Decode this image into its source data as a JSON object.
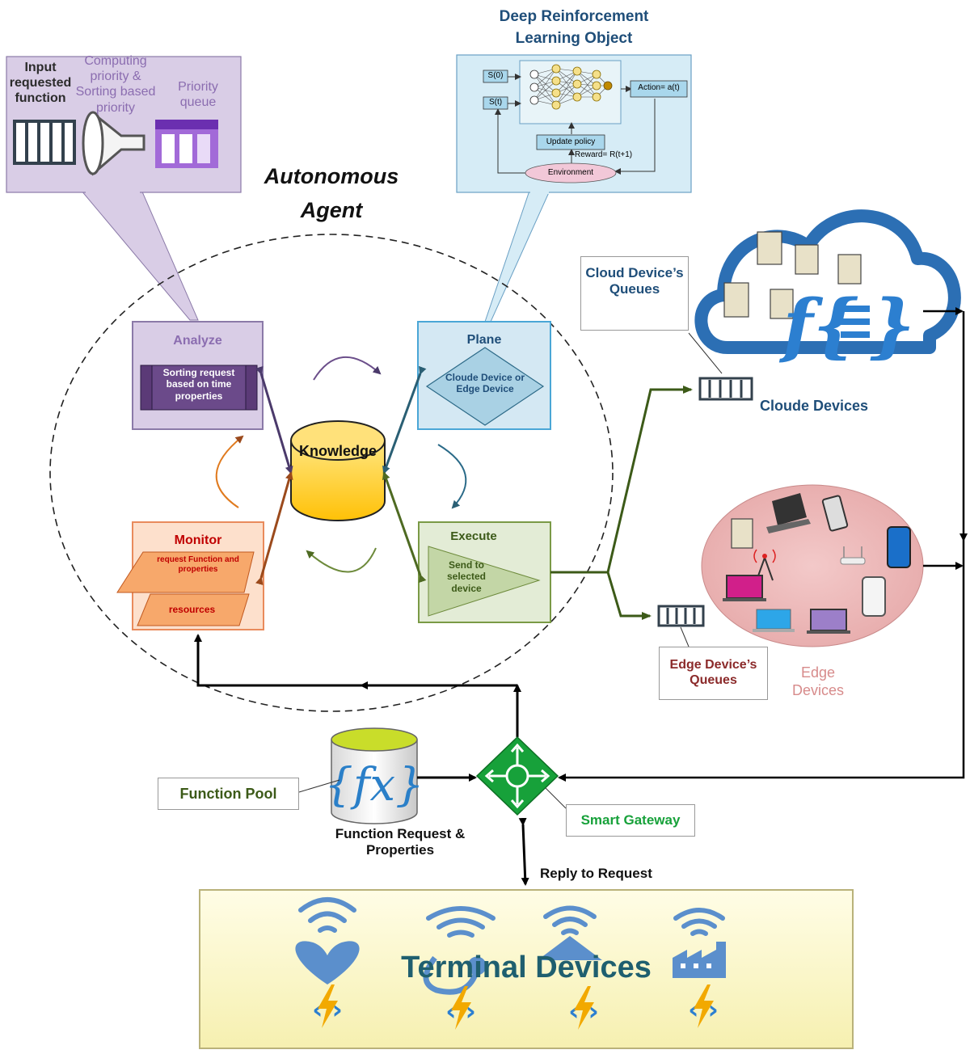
{
  "agent": {
    "title_line1": "Autonomous",
    "title_line2": "Agent"
  },
  "analyze_callout": {
    "input_label": "Input requested function",
    "computing_label": "Computing priority & Sorting based priority",
    "priority_label": "Priority queue"
  },
  "drl_callout": {
    "title_line1": "Deep Reinforcement",
    "title_line2": "Learning Object",
    "s0": "S(0)",
    "st": "S(t)",
    "action": "Action= a(t)",
    "update_policy": "Update policy",
    "reward": "Reward= R(t+1)",
    "environment": "Environment"
  },
  "analyze": {
    "title": "Analyze",
    "text": "Sorting request based on time properties"
  },
  "plane": {
    "title": "Plane",
    "text": "Cloude Device or Edge Device"
  },
  "knowledge": {
    "title": "Knowledge"
  },
  "monitor": {
    "title": "Monitor",
    "item1": "request Function and properties",
    "item2": "resources"
  },
  "execute": {
    "title": "Execute",
    "text": "Send to selected device"
  },
  "cloud_queues": {
    "label": "Cloud Device’s Queues"
  },
  "cloud_devices": {
    "label": "Cloude Devices"
  },
  "edge_queues": {
    "label": "Edge Device’s Queues"
  },
  "edge_devices": {
    "label": "Edge Devices"
  },
  "function_pool": {
    "label": "Function Pool",
    "db_label": "Function Request & Properties"
  },
  "gateway": {
    "label": "Smart Gateway"
  },
  "reply": {
    "label": "Reply to Request"
  },
  "terminal": {
    "label": "Terminal Devices"
  },
  "colors": {
    "analyze": "#d9cde6",
    "analyze_dark": "#5b3a77",
    "plane": "#d4e8f3",
    "execute": "#e3ecd6",
    "monitor": "#fde0cc",
    "monitor_text": "#c00000",
    "knowledge": "#ffd23a",
    "gateway": "#17a13a",
    "terminal_bg": "#fbf8d0",
    "cloud_text": "#1f4e79",
    "edge_text": "#d78b8b"
  },
  "icons": [
    "funnel-icon",
    "queue-icon",
    "neural-network-icon",
    "cloud-icon",
    "server-icon",
    "function-icon",
    "laptop-icon",
    "phone-icon",
    "tablet-icon",
    "router-icon",
    "antenna-icon",
    "heart-icon",
    "stethoscope-icon",
    "home-icon",
    "factory-icon",
    "wifi-icon",
    "lightning-function-icon",
    "router-gateway-icon",
    "database-icon"
  ]
}
